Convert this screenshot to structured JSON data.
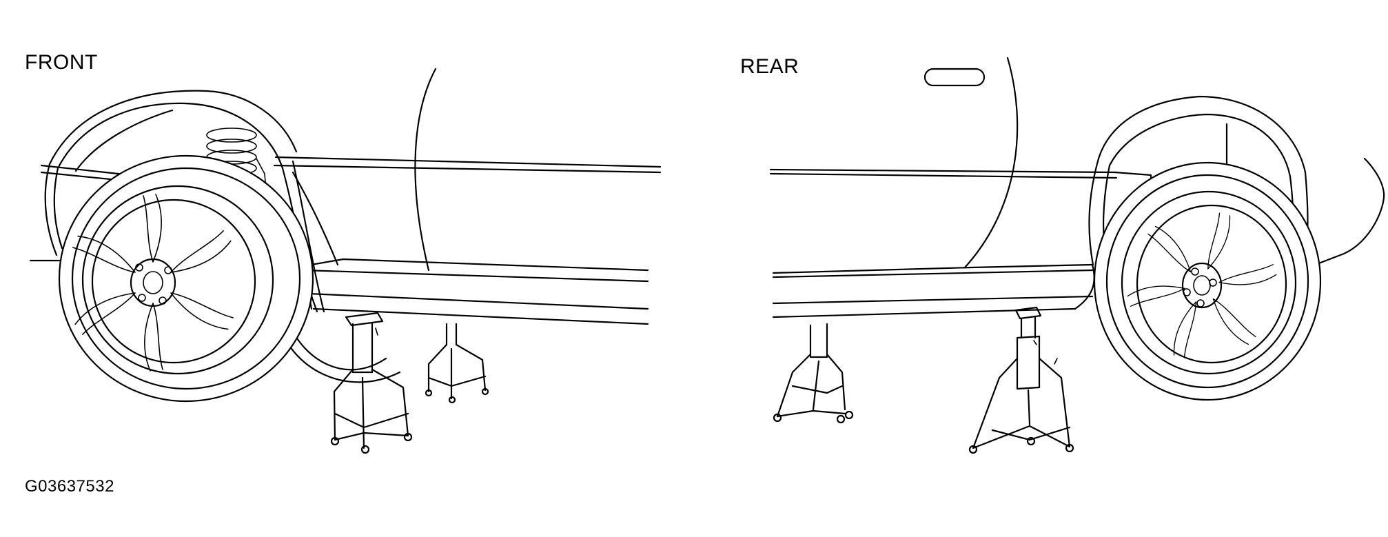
{
  "labels": {
    "front": "FRONT",
    "rear": "REAR",
    "figure_id": "G03637532"
  }
}
